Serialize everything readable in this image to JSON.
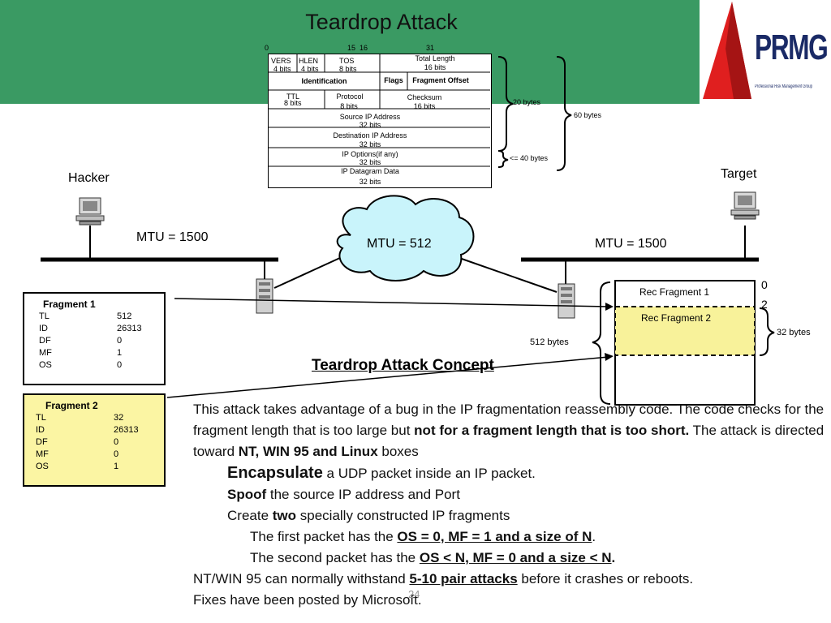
{
  "title": "Teardrop Attack",
  "logo": {
    "text": "PRMG",
    "subtext": "Professional Risk Management Group",
    "colors": {
      "red": "#e01f1f",
      "navy": "#1a2a66"
    }
  },
  "colors": {
    "banner": "#3a9a63",
    "fragment2_bg": "#fbf5a3",
    "highlight_bg": "#f8f29a"
  },
  "ip_header": {
    "bit_ticks": [
      "0",
      "15  16",
      "31"
    ],
    "vers": "VERS",
    "vers_bits": "4 bits",
    "hlen": "HLEN",
    "hlen_bits": "4 bits",
    "tos": "TOS",
    "tos_bits": "8 bits",
    "total_length": "Total Length",
    "total_length_bits": "16 bits",
    "identification": "Identification",
    "flags": "Flags",
    "fragment_offset": "Fragment Offset",
    "ttl": "TTL",
    "ttl_bits": "8 bits",
    "protocol": "Protocol",
    "protocol_bits": "8 bits",
    "checksum": "Checksum",
    "checksum_bits": "16 bits",
    "src": "Source IP Address",
    "src_bits": "32 bits",
    "dst": "Destination IP Address",
    "dst_bits": "32 bits",
    "options": "IP Options(if any)",
    "options_bits": "32 bits",
    "data": "IP Datagram Data",
    "data_bits": "32 bits",
    "brace_20": "20 bytes",
    "brace_40": "<= 40 bytes",
    "brace_60": "60 bytes"
  },
  "network": {
    "hacker": "Hacker",
    "target": "Target",
    "mtu_left": "MTU = 1500",
    "mtu_cloud": "MTU = 512",
    "mtu_right": "MTU = 1500"
  },
  "fragment1": {
    "title": "Fragment 1",
    "rows": [
      [
        "TL",
        "512"
      ],
      [
        "ID",
        "26313"
      ],
      [
        "DF",
        "0"
      ],
      [
        "MF",
        "1"
      ],
      [
        "OS",
        "0"
      ]
    ]
  },
  "fragment2": {
    "title": "Fragment 2",
    "rows": [
      [
        "TL",
        "32"
      ],
      [
        "ID",
        "26313"
      ],
      [
        "DF",
        "0"
      ],
      [
        "MF",
        "0"
      ],
      [
        "OS",
        "1"
      ]
    ]
  },
  "reassembly": {
    "rec1": "Rec Fragment 1",
    "rec2": "Rec Fragment 2",
    "marker0": "0",
    "marker2": "2",
    "bytes512": "512 bytes",
    "bytes32": "32 bytes"
  },
  "concept_heading": "Teardrop Attack Concept",
  "bullet_glyph": "",
  "bullets": {
    "b1_a": "This attack takes advantage of a bug in the IP fragmentation reassembly code. The code checks for the fragment length that is too large but ",
    "b1_bold": "not for a fragment length that is too short.",
    "b1_c": "  The attack is directed toward ",
    "b1_bold2": "NT, WIN 95 and Linux",
    "b1_d": " boxes",
    "s1_bold": "Encapsulate",
    "s1_rest": " a UDP packet inside an IP packet.",
    "s2_bold": "Spoof",
    "s2_rest": " the source IP address and Port",
    "s3_a": "Create ",
    "s3_bold": "two",
    "s3_rest": " specially constructed IP fragments",
    "l1_a": "The first packet has the ",
    "l1_u": "OS = 0, MF = 1 and a size of N",
    "l1_end": ".",
    "l2_a": "The second packet has the ",
    "l2_u": "OS < N, MF = 0 and a size < N",
    "l2_end": ".",
    "b2_a": "NT/WIN 95 can normally withstand ",
    "b2_u": "5-10 pair attacks",
    "b2_rest": " before it crashes or reboots.",
    "b3": "Fixes have been posted by Microsoft."
  },
  "page_number": "24"
}
